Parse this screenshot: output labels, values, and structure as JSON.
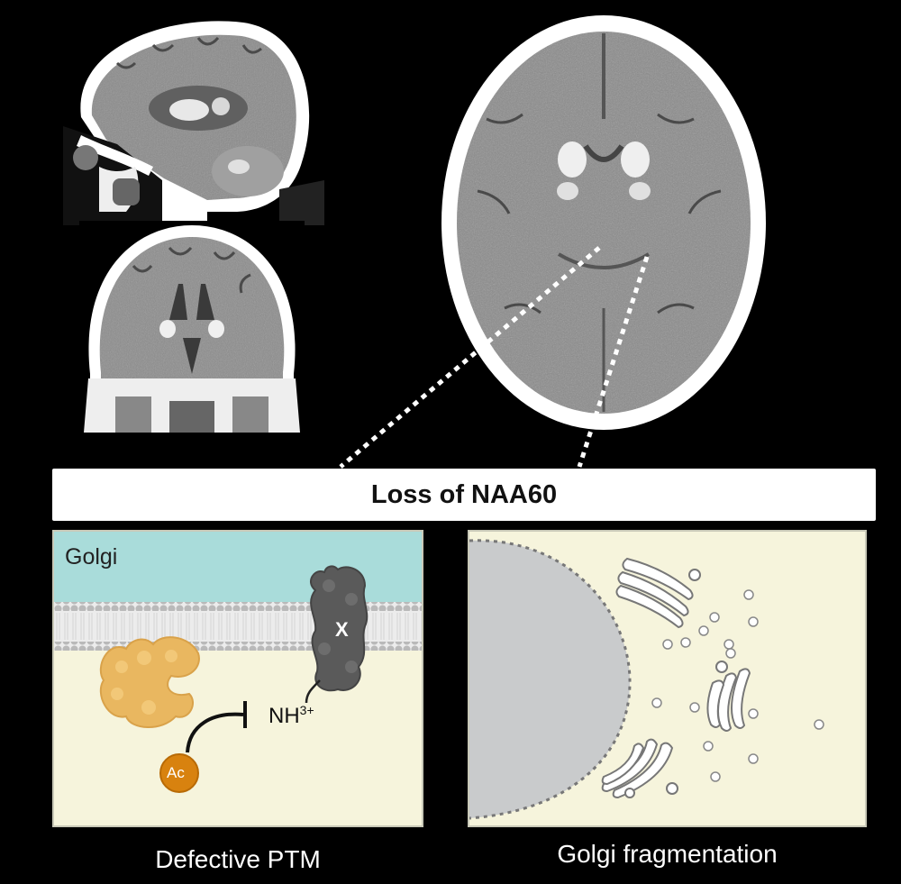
{
  "banner": {
    "title": "Loss of NAA60"
  },
  "left_panel": {
    "compartment_label": "Golgi",
    "protein_label": "X",
    "amine_base": "NH",
    "amine_sup": "3+",
    "acetyl_label": "Ac",
    "caption": "Defective PTM"
  },
  "right_panel": {
    "caption": "Golgi fragmentation"
  },
  "colors": {
    "background": "#000000",
    "lumen": "#a9dcda",
    "cytoplasm": "#f6f4dc",
    "enzyme": "#e9b760",
    "protein_x": "#5a5a5a",
    "acetyl": "#d8820f",
    "nucleus": "#c9cbcc"
  },
  "icons": [
    "brain-ct-sagittal",
    "brain-ct-coronal",
    "brain-ct-axial",
    "inhibition-arrow-icon",
    "golgi-stack-icon",
    "vesicle-icon"
  ]
}
